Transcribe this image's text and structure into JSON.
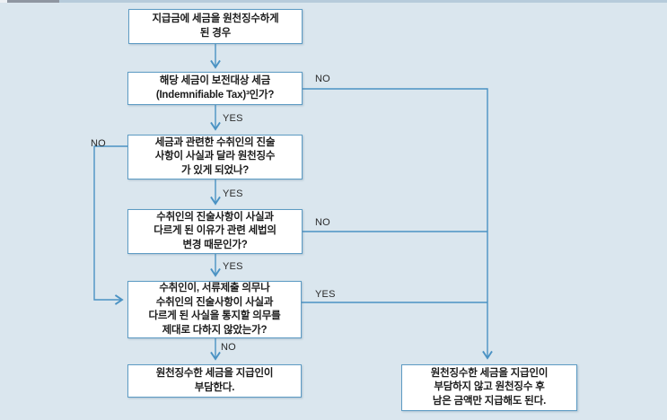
{
  "colors": {
    "background": "#dae6ee",
    "box_fill": "#ffffff",
    "box_border": "#5d9bc3",
    "connector": "#4a92c3",
    "text": "#1c1c1c"
  },
  "flowchart": {
    "nodes": {
      "start": {
        "text": "지급금에 세금을 원천징수하게\n된 경우"
      },
      "q_indemnifiable": {
        "text": "해당 세금이 보전대상 세금\n(Indemnifiable Tax)³인가?"
      },
      "q_statement_false": {
        "text": "세금과 관련한 수취인의 진술\n사항이 사실과 달라 원천징수\n가 있게 되었나?"
      },
      "q_law_change": {
        "text": "수취인의 진술사항이 사실과\n다르게 된 이유가 관련 세법의\n변경 때문인가?"
      },
      "q_duty_breach": {
        "text": "수취인이, 서류제출 의무나\n수취인의 진술사항이 사실과\n다르게 된 사실을 통지할 의무를\n제대로 다하지 않았는가?"
      },
      "end_payer_bears": {
        "text": "원천징수한 세금을 지급인이\n부담한다."
      },
      "end_payer_not_bears": {
        "text": "원천징수한 세금을 지급인이\n부담하지 않고 원천징수 후\n남은 금액만 지급해도 된다."
      }
    },
    "edge_labels": {
      "q1_no": "NO",
      "q1_yes": "YES",
      "q2_no": "NO",
      "q2_yes": "YES",
      "q3_no": "NO",
      "q3_yes": "YES",
      "q4_yes": "YES",
      "q4_no": "NO"
    }
  }
}
